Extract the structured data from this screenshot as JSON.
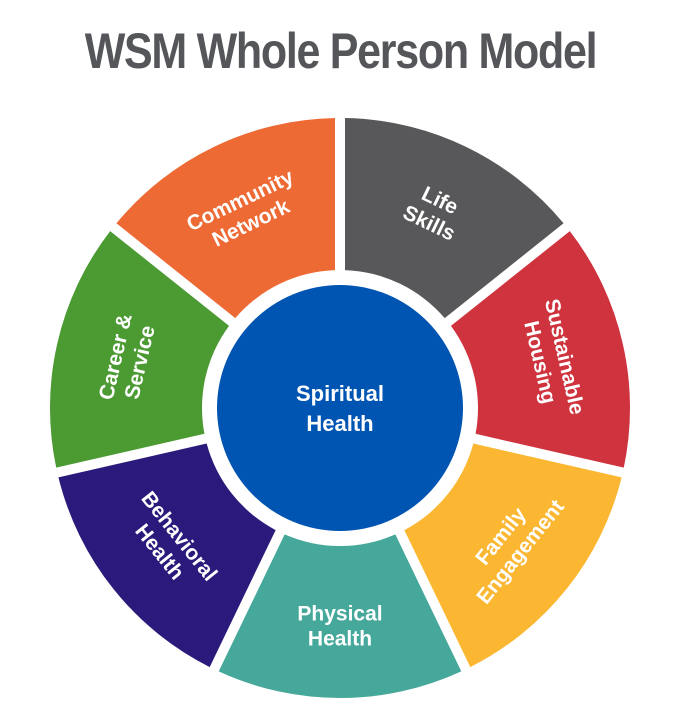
{
  "title": "WSM Whole Person Model",
  "center": {
    "lines": [
      "Spiritual",
      "Health"
    ],
    "color": "#0055b3"
  },
  "segments": [
    {
      "id": "life-skills",
      "lines": [
        "Life",
        "Skills"
      ],
      "color": "#58585a"
    },
    {
      "id": "sustainable-housing",
      "lines": [
        "Sustainable",
        "Housing"
      ],
      "color": "#cf333e"
    },
    {
      "id": "family-engagement",
      "lines": [
        "Family",
        "Engagement"
      ],
      "color": "#fbb731"
    },
    {
      "id": "physical-health",
      "lines": [
        "Physical",
        "Health"
      ],
      "color": "#46a89b"
    },
    {
      "id": "behavioral-health",
      "lines": [
        "Behavioral",
        "Health"
      ],
      "color": "#2b1a7b"
    },
    {
      "id": "career-service",
      "lines": [
        "Career &",
        "Service"
      ],
      "color": "#4b9a32"
    },
    {
      "id": "community-network",
      "lines": [
        "Community",
        "Network"
      ],
      "color": "#ee6a34"
    }
  ]
}
